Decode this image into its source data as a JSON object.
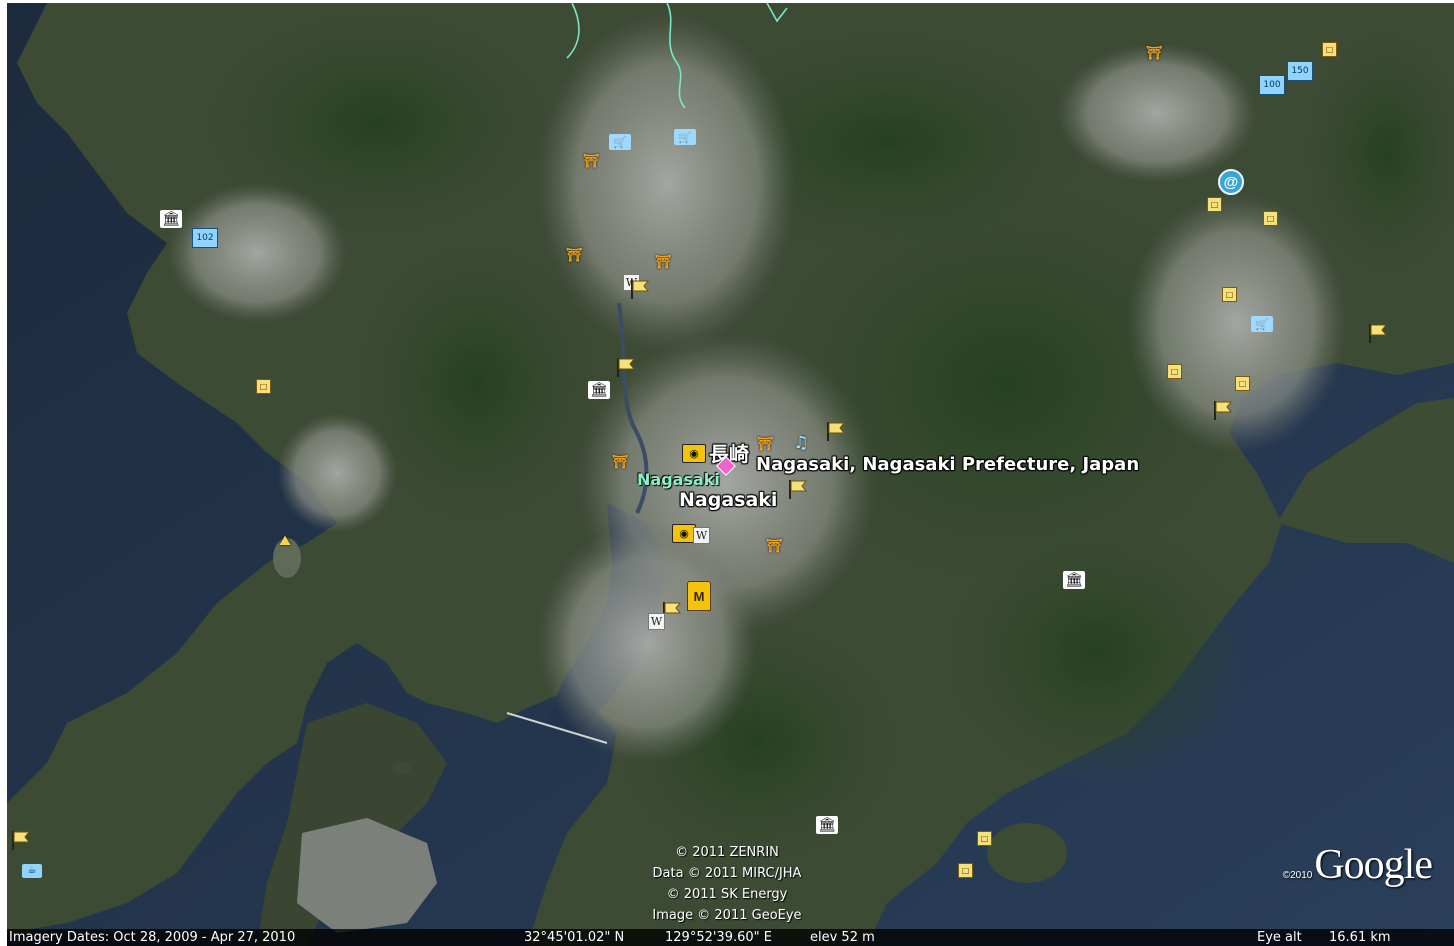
{
  "map": {
    "colors": {
      "sea": "#22303f",
      "land": "#3f4a37",
      "forest": "#2d4a26",
      "urban": "#8c8f8c",
      "boundary": "#79e8c9"
    },
    "labels": {
      "kanji": "長崎",
      "city_green": "Nagasaki",
      "city_white": "Nagasaki",
      "search_result": "Nagasaki, Nagasaki Prefecture, Japan"
    },
    "pois": {
      "shrine_icon": "shrine-icon",
      "museum_icon": "museum-icon",
      "flag_icon": "flag-icon",
      "cart_icon": "shopping-cart-icon",
      "tag_icon": "tag-icon",
      "camera_icon": "camera-icon",
      "wiki_icon": "wikipedia-icon",
      "at_icon": "at-sign-icon",
      "sign_icon": "route-sign-icon",
      "music_icon": "music-note-icon",
      "cup_icon": "coffee-cup-icon",
      "station_icon": "station-icon",
      "temple_icon": "temple-icon"
    }
  },
  "attribution": {
    "line1": "© 2011 ZENRIN",
    "line2": "Data © 2011 MIRC/JHA",
    "line3": "© 2011 SK Energy",
    "line4": "Image © 2011 GeoEye"
  },
  "logo": {
    "year": "©2010",
    "wordmark": "Google"
  },
  "status_bar": {
    "imagery_dates": "Imagery Dates: Oct 28, 2009 - Apr 27, 2010",
    "latitude": "32°45'01.02\" N",
    "longitude": "129°52'39.60\" E",
    "elevation": "elev   52 m",
    "eye_alt_label": "Eye alt",
    "eye_alt_value": "16.61 km"
  }
}
